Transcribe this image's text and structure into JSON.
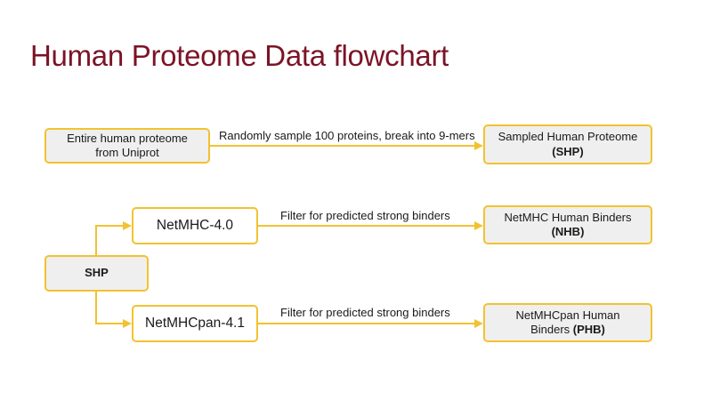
{
  "title": "Human Proteome Data flowchart",
  "nodes": {
    "entire": {
      "line1": "Entire human proteome",
      "line2": "from Uniprot"
    },
    "shp_out": {
      "line1": "Sampled Human Proteome",
      "line2": "(SHP)"
    },
    "shp": {
      "label": "SHP"
    },
    "netmhc": {
      "label": "NetMHC-4.0"
    },
    "netmhcpan": {
      "label": "NetMHCpan-4.1"
    },
    "nhb": {
      "line1": "NetMHC Human Binders",
      "line2": "(NHB)"
    },
    "phb": {
      "line1": "NetMHCpan Human",
      "line2_pre": "Binders ",
      "line2_bold": "(PHB)"
    }
  },
  "edges": {
    "sample": "Randomly sample 100 proteins, break into 9-mers",
    "filter_nhb": "Filter for predicted strong binders",
    "filter_phb": "Filter for predicted strong binders"
  },
  "colors": {
    "accent": "#f2c230",
    "title": "#7b1426",
    "box_fill": "#efefef"
  }
}
